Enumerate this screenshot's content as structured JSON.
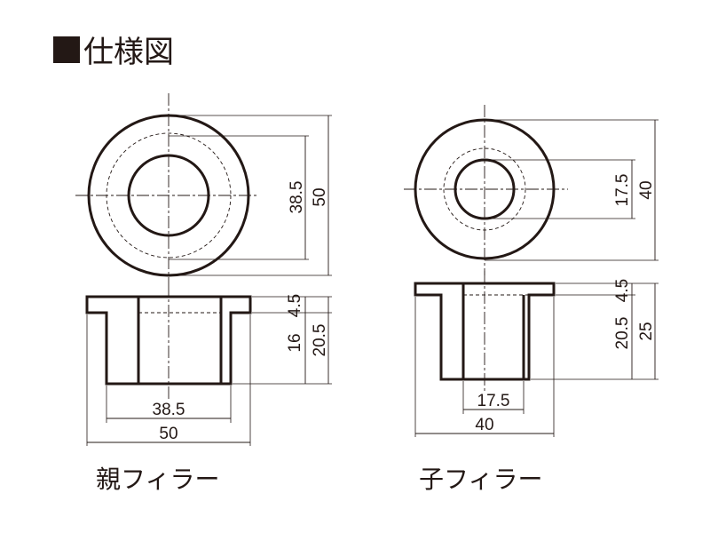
{
  "title": {
    "square_color": "#231815",
    "text": "仕様図"
  },
  "parent_filler": {
    "caption": "親フィラー",
    "top_view": {
      "outer_dim": "50",
      "inner_dim": "38.5"
    },
    "side_view": {
      "flange_dim": "4.5",
      "body_dim": "20.5",
      "inner_height_dim": "16",
      "inner_width_dim": "38.5",
      "outer_width_dim": "50"
    }
  },
  "child_filler": {
    "caption": "子フィラー",
    "top_view": {
      "outer_dim": "40",
      "inner_dim": "17.5"
    },
    "side_view": {
      "flange_dim": "4.5",
      "body_dim": "20.5",
      "total_dim": "25",
      "inner_width_dim": "17.5",
      "outer_width_dim": "40"
    }
  },
  "colors": {
    "line": "#231815",
    "background": "#ffffff"
  }
}
